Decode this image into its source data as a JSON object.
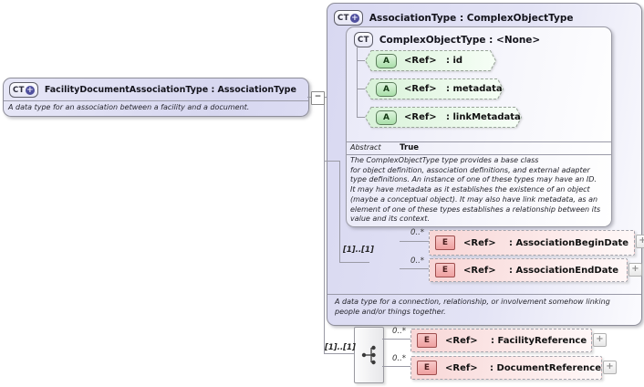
{
  "colors": {
    "complex_type_fill": "#d8d8f1",
    "attribute_fill": "#e4f6e4",
    "element_fill": "#f8d6d6",
    "attribute_icon": "#a9dfa9",
    "element_icon": "#efa0a0",
    "ct_plus_badge": "#4f4f9d",
    "connector": "#9a9aa5"
  },
  "diagram": {
    "collapse_toggle": "−",
    "source_box": {
      "icon_label": "CT",
      "icon_plus": "+",
      "title": "FacilityDocumentAssociationType : AssociationType",
      "description": "A data type for an association between a facility and a document."
    },
    "type_box": {
      "icon_label": "CT",
      "icon_plus": "+",
      "title": "AssociationType : ComplexObjectType",
      "description": "A data type for a connection, relationship, or involvement somehow linking\npeople and/or things together.",
      "base_type_box": {
        "icon_label": "CT",
        "title": "ComplexObjectType : <None>",
        "attributes": [
          {
            "icon": "A",
            "ref": "<Ref>",
            "name": ": id"
          },
          {
            "icon": "A",
            "ref": "<Ref>",
            "name": ": metadata"
          },
          {
            "icon": "A",
            "ref": "<Ref>",
            "name": ": linkMetadata"
          }
        ],
        "abstract_label": "Abstract",
        "abstract_value": "True",
        "description": "The ComplexObjectType type provides a base class\nfor object definition, association definitions, and external adapter\ntype definitions. An instance of one of these types may have an ID.\nIt may have metadata as it establishes the existence of an object\n(maybe a conceptual object). It may also have link metadata, as an\nelement of one of these types establishes a relationship between its\nvalue and its context."
      },
      "sequence": {
        "cardinality": "[1]..[1]",
        "elements": [
          {
            "occurs": "0..*",
            "icon": "E",
            "ref": "<Ref>",
            "name": ": AssociationBeginDate",
            "expand": "+"
          },
          {
            "occurs": "0..*",
            "icon": "E",
            "ref": "<Ref>",
            "name": ": AssociationEndDate",
            "expand": "+"
          }
        ]
      }
    },
    "own_sequence": {
      "cardinality": "[1]..[1]",
      "elements": [
        {
          "occurs": "0..*",
          "icon": "E",
          "ref": "<Ref>",
          "name": ": FacilityReference",
          "expand": "+"
        },
        {
          "occurs": "0..*",
          "icon": "E",
          "ref": "<Ref>",
          "name": ": DocumentReference",
          "expand": "+"
        }
      ]
    }
  }
}
